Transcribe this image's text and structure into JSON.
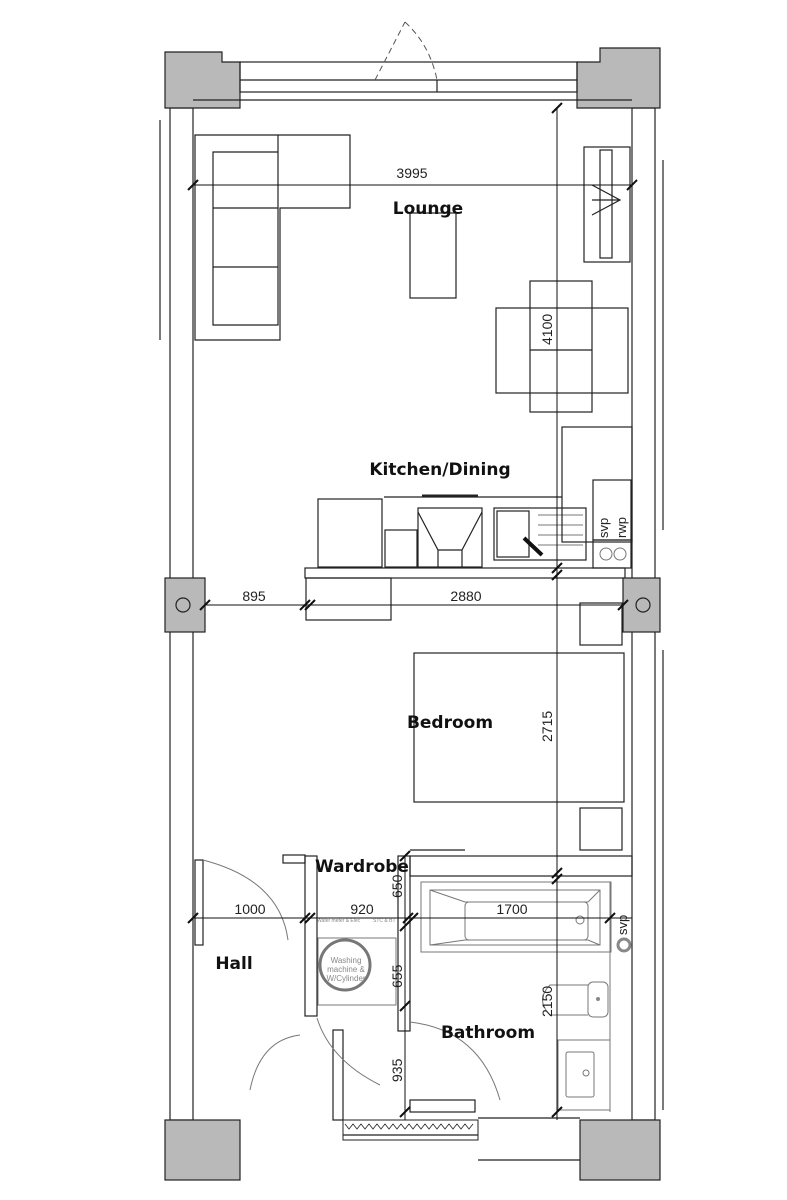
{
  "rooms": {
    "lounge": "Lounge",
    "kitchen": "Kitchen/Dining",
    "bedroom": "Bedroom",
    "wardrobe": "Wardrobe",
    "hall": "Hall",
    "bathroom": "Bathroom"
  },
  "dimensions": {
    "lounge_width": "3995",
    "lounge_depth": "4100",
    "hall_offset": "895",
    "bedroom_width": "2880",
    "bedroom_depth": "2715",
    "hall_width": "1000",
    "wardrobe_width": "920",
    "wardrobe_depth": "650",
    "cupboard_depth": "655",
    "hall_depth": "935",
    "bath_length": "1700",
    "bathroom_depth": "2150"
  },
  "annotations": {
    "kitchen_svp": "svp",
    "kitchen_rwp": "rwp",
    "bathroom_svp": "svp",
    "washing_machine_line1": "Washing",
    "washing_machine_line2": "machine &",
    "washing_machine_line3": "W/Cylinder",
    "water_meter": "Water meter & Elec",
    "stc_bt": "STC & BT"
  },
  "colors": {
    "column_fill": "#b9b9b9",
    "line": "#222222"
  }
}
